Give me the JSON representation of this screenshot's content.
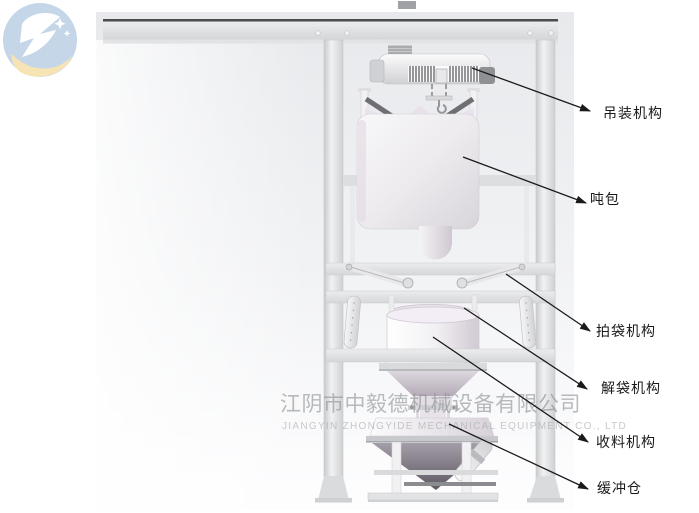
{
  "callouts": {
    "items": [
      {
        "label": "吊装机构"
      },
      {
        "label": "吨包"
      },
      {
        "label": "拍袋机构"
      },
      {
        "label": "解袋机构"
      },
      {
        "label": "收料机构"
      },
      {
        "label": "缓冲仓"
      }
    ]
  },
  "watermark": {
    "company_cn": "江阴市中毅德机械设备有限公司",
    "company_en": "JIANGYIN ZHONGYIDE MECHANICAL EQUIPMENT CO., LTD"
  },
  "colors": {
    "leader_line": "#1a1a1a",
    "label_text": "#1a1a1a",
    "logo_blue": "#b6cbe4",
    "logo_yellow": "#f6dd9f",
    "watermark_gray": "#8f9194",
    "machine_light": "#ececee",
    "cone_dark": "#6b6670"
  },
  "machine_parts": [
    "top-rail-beam",
    "gantry-column",
    "hoist-trolley",
    "lifting-frame",
    "ton-bag",
    "bag-spout",
    "patting-arm",
    "side-vibrator",
    "bag-clamp-ring",
    "receiving-hopper",
    "hopper-cone",
    "buffer-bin",
    "buffer-cone",
    "outlet-pipe"
  ]
}
